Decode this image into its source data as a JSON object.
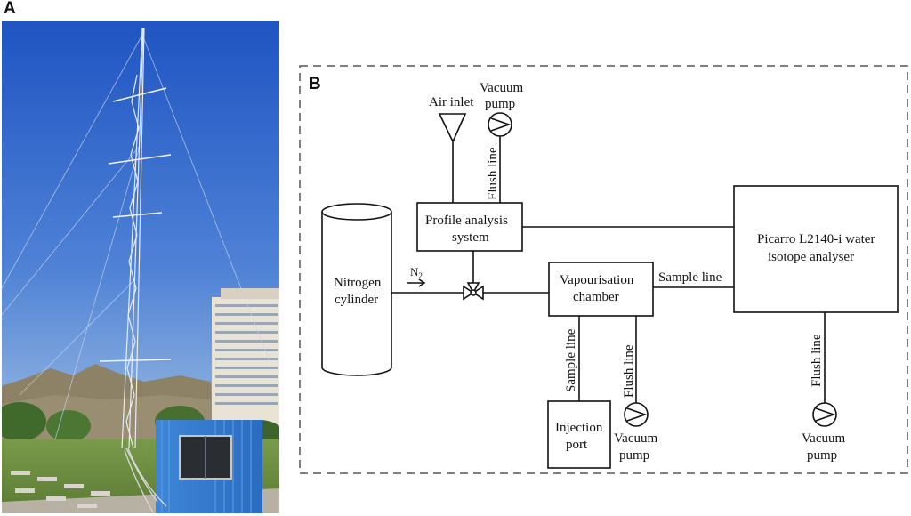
{
  "panels": {
    "a_label": "A",
    "b_label": "B"
  },
  "diagram": {
    "air_inlet": "Air inlet",
    "vacuum_top": [
      "Vacuum",
      "pump"
    ],
    "flush_top": "Flush line",
    "profile": [
      "Profile analysis",
      "system"
    ],
    "nitrogen": [
      "Nitrogen",
      "cylinder"
    ],
    "n2": "N",
    "n2_sub": "2",
    "vapour": [
      "Vapourisation",
      "chamber"
    ],
    "sample_line_h": "Sample line",
    "picarro": [
      "Picarro L2140-i water",
      "isotope analyser"
    ],
    "sample_line_v": "Sample line",
    "flush_mid": "Flush line",
    "injection": [
      "Injection",
      "port"
    ],
    "vacuum_mid": [
      "Vacuum",
      "pump"
    ],
    "flush_right": "Flush line",
    "vacuum_right": [
      "Vacuum",
      "pump"
    ]
  }
}
